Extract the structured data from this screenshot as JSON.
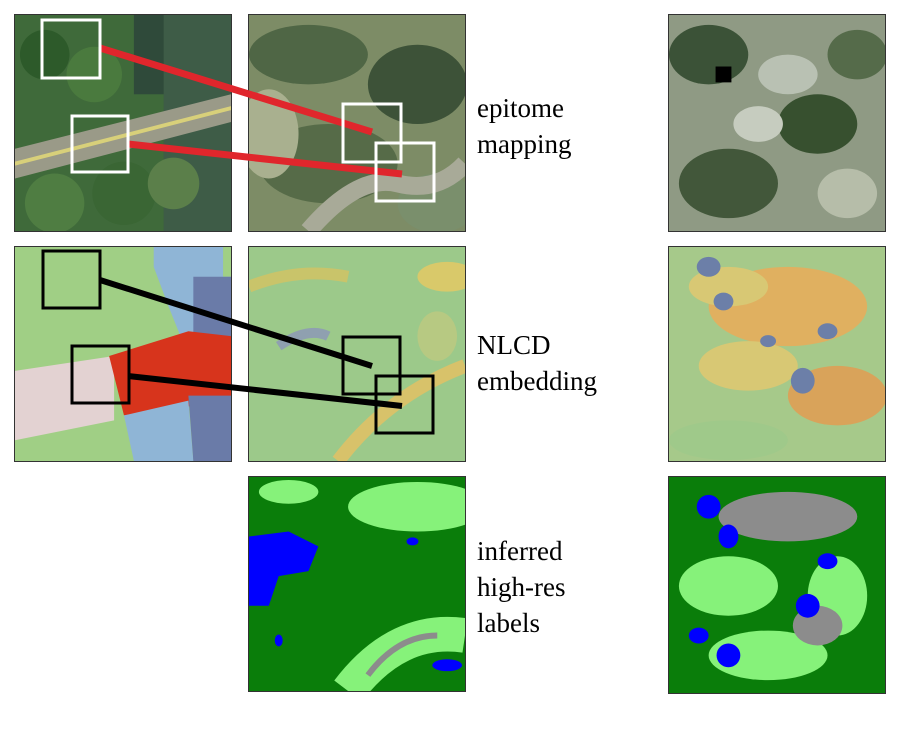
{
  "rows": [
    {
      "label_lines": [
        "epitome",
        "mapping"
      ]
    },
    {
      "label_lines": [
        "NLCD",
        "embedding"
      ]
    },
    {
      "label_lines": [
        "inferred",
        "high-res",
        "labels"
      ]
    }
  ],
  "colors": {
    "mapping_line": "#e0262c",
    "embedding_line": "#000000",
    "box_row1": "#ffffff",
    "box_row2": "#000000",
    "water": "#0000ff",
    "forest": "#0a7d0a",
    "field": "#86f27a",
    "road": "#8c8c8c",
    "nlcd_green": "#a0cf85",
    "nlcd_red": "#d7341c",
    "nlcd_blue_light": "#8fb5d6",
    "nlcd_blue_dark": "#6a7ba8",
    "nlcd_pink": "#e3d2d2"
  }
}
